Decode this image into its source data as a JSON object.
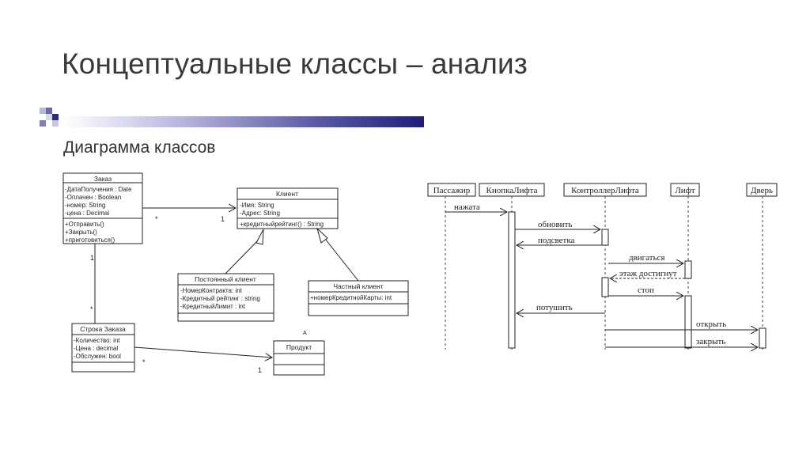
{
  "slide": {
    "title": "Концептуальные классы – анализ",
    "subtitle": "Диаграмма классов"
  },
  "class_diagram": {
    "order": {
      "name": "Заказ",
      "attributes": [
        "-ДатаПолучения : Date",
        "-Оплачен : Boolean",
        "-номер: String",
        "-цена : Decimal"
      ],
      "operations": [
        "+Отправить()",
        "+Закрыть()",
        "+приготовиться()"
      ]
    },
    "client": {
      "name": "Клиент",
      "attributes": [
        "-Имя: String",
        "-Адрес: String"
      ],
      "operations": [
        "+кредитныйрейтинг() : String"
      ]
    },
    "regular_client": {
      "name": "Постоянный клиент",
      "attributes": [
        "-НомерКонтракта: int",
        "-Кредитный рейтинг : string",
        "-КредитныйЛимит : int"
      ]
    },
    "private_client": {
      "name": "Частный клиент",
      "attributes": [
        "+номерКредитнойКарты: int"
      ]
    },
    "order_line": {
      "name": "Строка Заказа",
      "attributes": [
        "-Количество: int",
        "-Цена : decimal",
        "-Обслужен: bool"
      ]
    },
    "product": {
      "name": "Продукт"
    },
    "multiplicities": {
      "order_client_order_end": "*",
      "order_client_client_end": "1",
      "order_line_order_end": "1",
      "order_line_line_end": "*",
      "line_product_line_end": "*",
      "line_product_product_end": "1",
      "product_marker": "A"
    }
  },
  "sequence_diagram": {
    "lifelines": [
      "Пассажир",
      "КнопкаЛифта",
      "КонтроллерЛифта",
      "Лифт",
      "Дверь"
    ],
    "messages": [
      "нажата",
      "обновить",
      "подсветка",
      "двигаться",
      "этаж достигнут",
      "стоп",
      "потушить",
      "открыть",
      "закрыть"
    ]
  }
}
